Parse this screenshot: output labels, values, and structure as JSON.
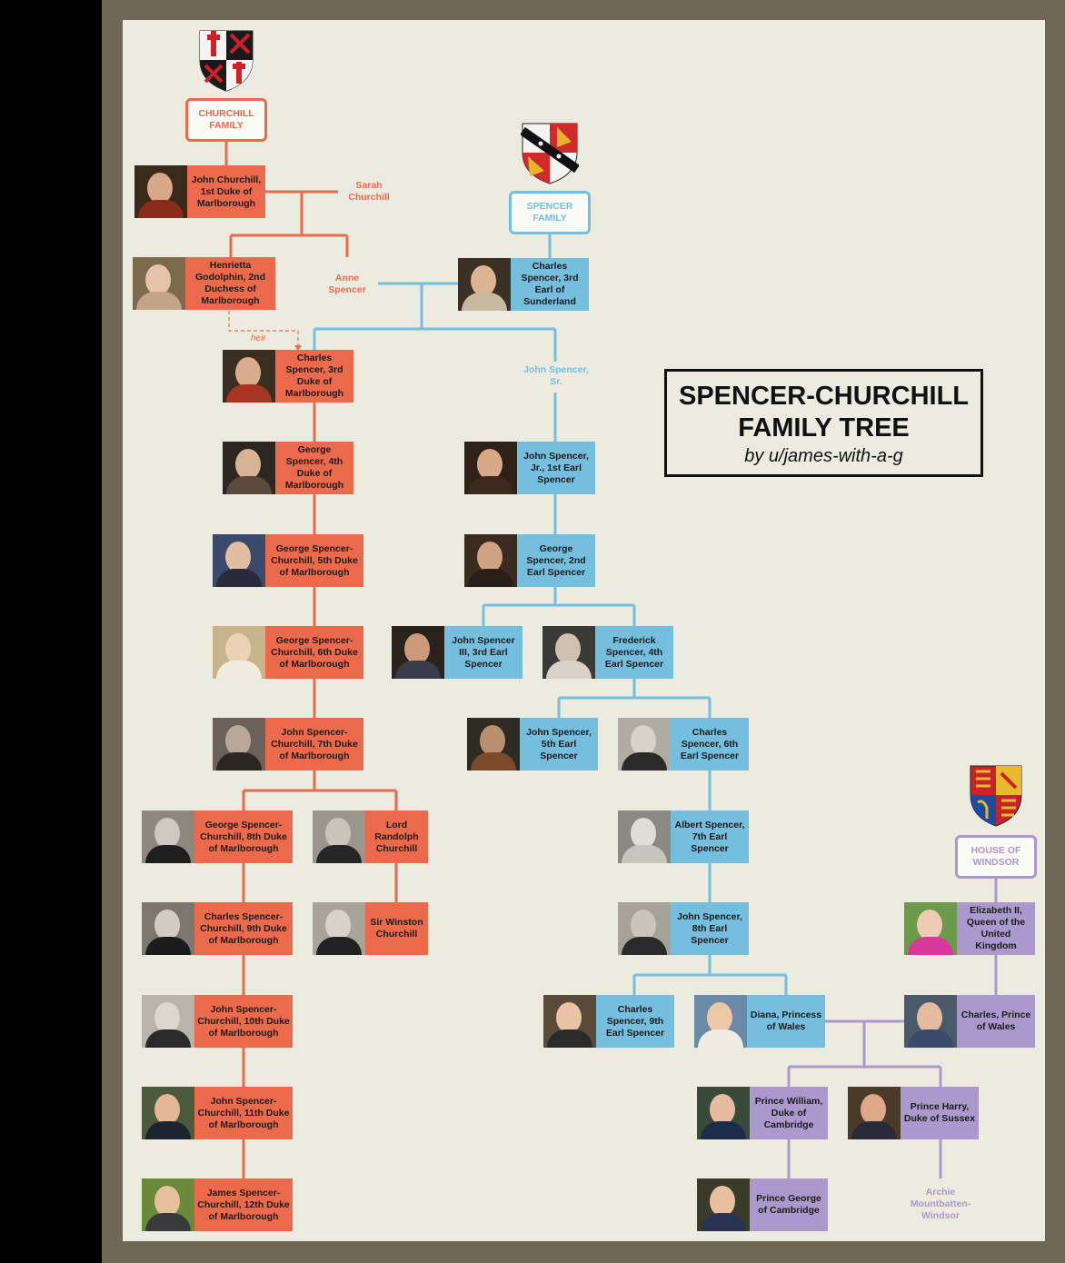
{
  "title": {
    "main": "SPENCER-CHURCHILL FAMILY TREE",
    "byline": "by u/james-with-a-g"
  },
  "colors": {
    "churchill": "#ec6a4c",
    "spencer": "#75bede",
    "windsor": "#ab98cc",
    "background": "#ecebe0",
    "frame": "#6e6657"
  },
  "families": {
    "churchill": "CHURCHILL FAMILY",
    "spencer": "SPENCER FAMILY",
    "windsor": "HOUSE OF WINDSOR"
  },
  "crests": {
    "churchill": "churchill-coat-of-arms",
    "spencer": "spencer-coat-of-arms",
    "windsor": "royal-coat-of-arms"
  },
  "heir_label": "heir",
  "people": {
    "john_churchill": "John Churchill, 1st Duke of Marlborough",
    "sarah_churchill": "Sarah Churchill",
    "henrietta_godolphin": "Henrietta Godolphin, 2nd Duchess of Marlborough",
    "anne_spencer": "Anne Spencer",
    "charles_spencer_3rd_sunderland": "Charles Spencer, 3rd Earl of Sunderland",
    "charles_spencer_3rd_duke": "Charles Spencer, 3rd Duke of Marlborough",
    "john_spencer_sr": "John Spencer, Sr.",
    "george_spencer_4th_duke": "George Spencer, 4th Duke of Marlborough",
    "john_spencer_jr": "John Spencer, Jr., 1st Earl Spencer",
    "george_sc_5th_duke": "George Spencer-Churchill, 5th Duke of Marlborough",
    "george_spencer_2nd_earl": "George Spencer, 2nd Earl Spencer",
    "george_sc_6th_duke": "George Spencer-Churchill, 6th Duke of Marlborough",
    "john_spencer_3rd_earl": "John Spencer III, 3rd Earl Spencer",
    "frederick_spencer_4th_earl": "Frederick Spencer, 4th Earl Spencer",
    "john_sc_7th_duke": "John Spencer-Churchill, 7th Duke of Marlborough",
    "john_spencer_5th_earl": "John Spencer, 5th Earl Spencer",
    "charles_spencer_6th_earl": "Charles Spencer, 6th Earl Spencer",
    "george_sc_8th_duke": "George Spencer-Churchill, 8th Duke of Marlborough",
    "lord_randolph": "Lord Randolph Churchill",
    "albert_spencer_7th_earl": "Albert Spencer, 7th Earl Spencer",
    "charles_sc_9th_duke": "Charles Spencer-Churchill, 9th Duke of Marlborough",
    "sir_winston": "Sir Winston Churchill",
    "john_spencer_8th_earl": "John Spencer, 8th Earl Spencer",
    "elizabeth_ii": "Elizabeth II, Queen of the United Kingdom",
    "john_sc_10th_duke": "John Spencer-Churchill, 10th Duke of Marlborough",
    "charles_spencer_9th_earl": "Charles Spencer, 9th Earl Spencer",
    "diana": "Diana, Princess of Wales",
    "charles_prince": "Charles, Prince of Wales",
    "john_sc_11th_duke": "John Spencer-Churchill, 11th Duke of Marlborough",
    "prince_william": "Prince William, Duke of Cambridge",
    "prince_harry": "Prince Harry, Duke of Sussex",
    "james_sc_12th_duke": "James Spencer-Churchill, 12th Duke of Marlborough",
    "prince_george": "Prince George of Cambridge",
    "archie": "Archie Mountbatten-Windsor"
  }
}
